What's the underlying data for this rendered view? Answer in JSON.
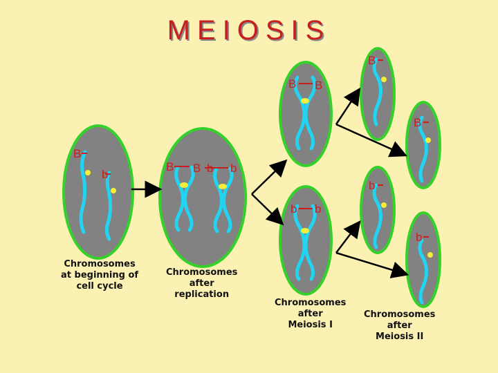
{
  "title": "MEIOSIS",
  "alleles": {
    "big": "B",
    "small": "b"
  },
  "captions": {
    "start": "Chromosomes\nat beginning of\ncell cycle",
    "replication": "Chromosomes\nafter\nreplication",
    "meiosis1": "Chromosomes\nafter\nMeiosis I",
    "meiosis2": "Chromosomes\nafter\nMeiosis II"
  },
  "colors": {
    "background": "#fbf1b3",
    "cell_fill": "#828282",
    "cell_border": "#35d12b",
    "chromosome": "#22d3f2",
    "centromere": "#f4ee3a",
    "allele_label": "#c81e1e",
    "arrow": "#000000",
    "title": "#c81e1e"
  }
}
